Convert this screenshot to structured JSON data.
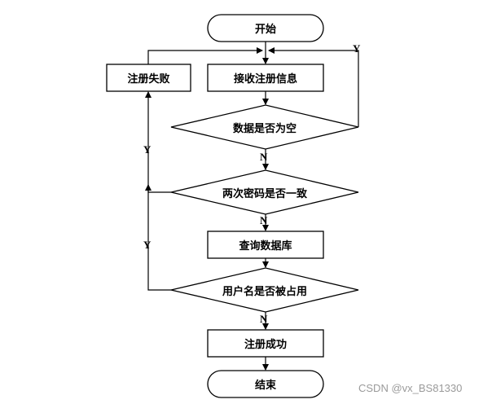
{
  "flowchart": {
    "nodes": {
      "start": "开始",
      "receive_info": "接收注册信息",
      "data_empty": "数据是否为空",
      "password_match": "两次密码是否一致",
      "query_db": "查询数据库",
      "username_taken": "用户名是否被占用",
      "register_success": "注册成功",
      "register_fail": "注册失败",
      "end": "结束"
    },
    "edge_labels": {
      "empty_yes": "Y",
      "empty_no": "N",
      "password_yes": "Y",
      "password_no": "N",
      "taken_yes": "Y",
      "taken_no": "N"
    }
  },
  "watermark": "CSDN @vx_BS81330"
}
